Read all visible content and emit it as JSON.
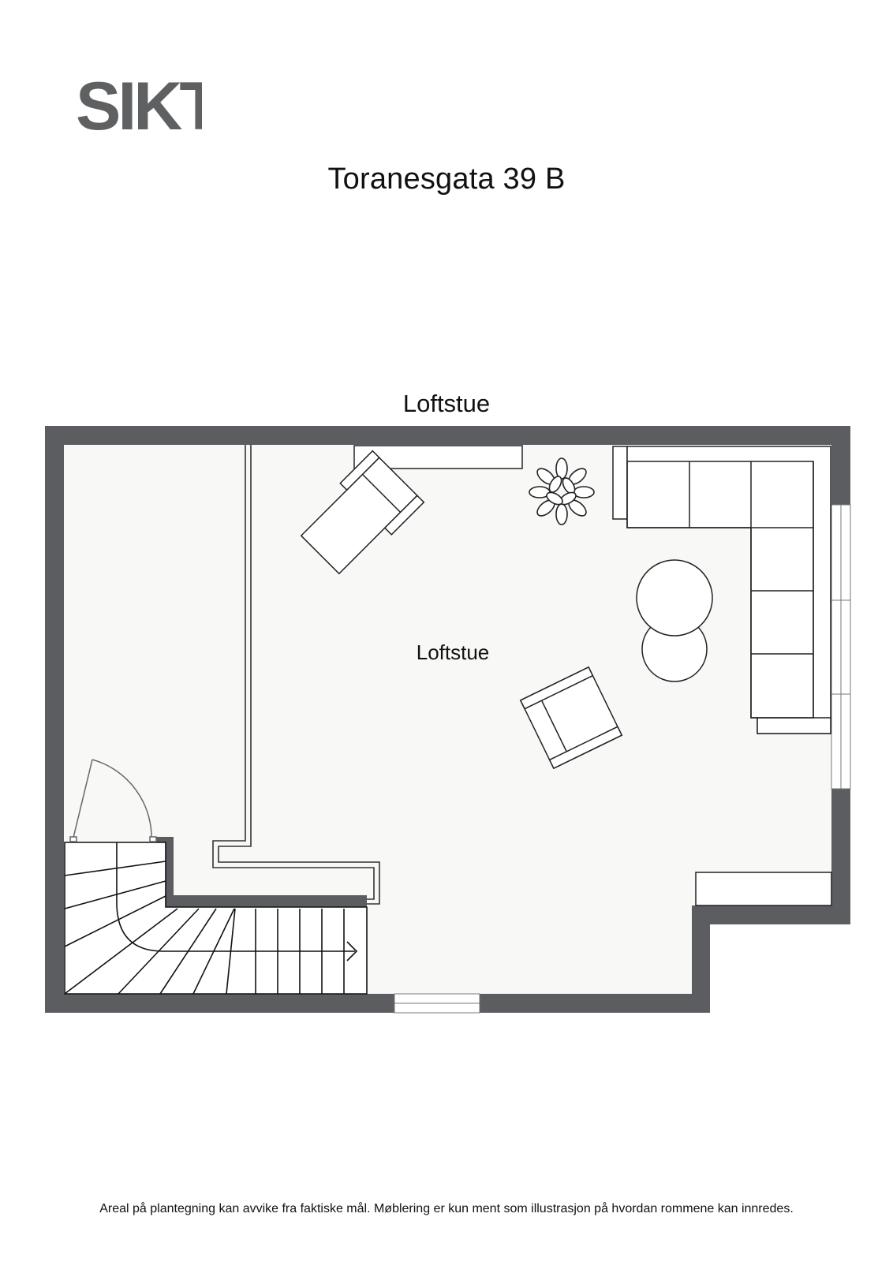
{
  "brand": {
    "logo_text": "SIKT",
    "logo_color": "#5f6062"
  },
  "header": {
    "address": "Toranesgata 39 B"
  },
  "floorplan": {
    "title": "Loftstue",
    "rooms": [
      {
        "label": "Loftstue"
      }
    ],
    "furniture": [
      "chaise-lounge",
      "sideboard",
      "plant",
      "corner-sofa",
      "round-table-large",
      "round-table-small",
      "armchair",
      "bench",
      "staircase"
    ],
    "colors": {
      "wall": "#5b5d61",
      "floor": "#f8f8f6",
      "furniture_fill": "#ffffff",
      "line": "#222222"
    }
  },
  "footer": {
    "disclaimer": "Areal på plantegning kan avvike fra faktiske mål. Møblering er kun ment som illustrasjon på hvordan rommene kan innredes."
  }
}
